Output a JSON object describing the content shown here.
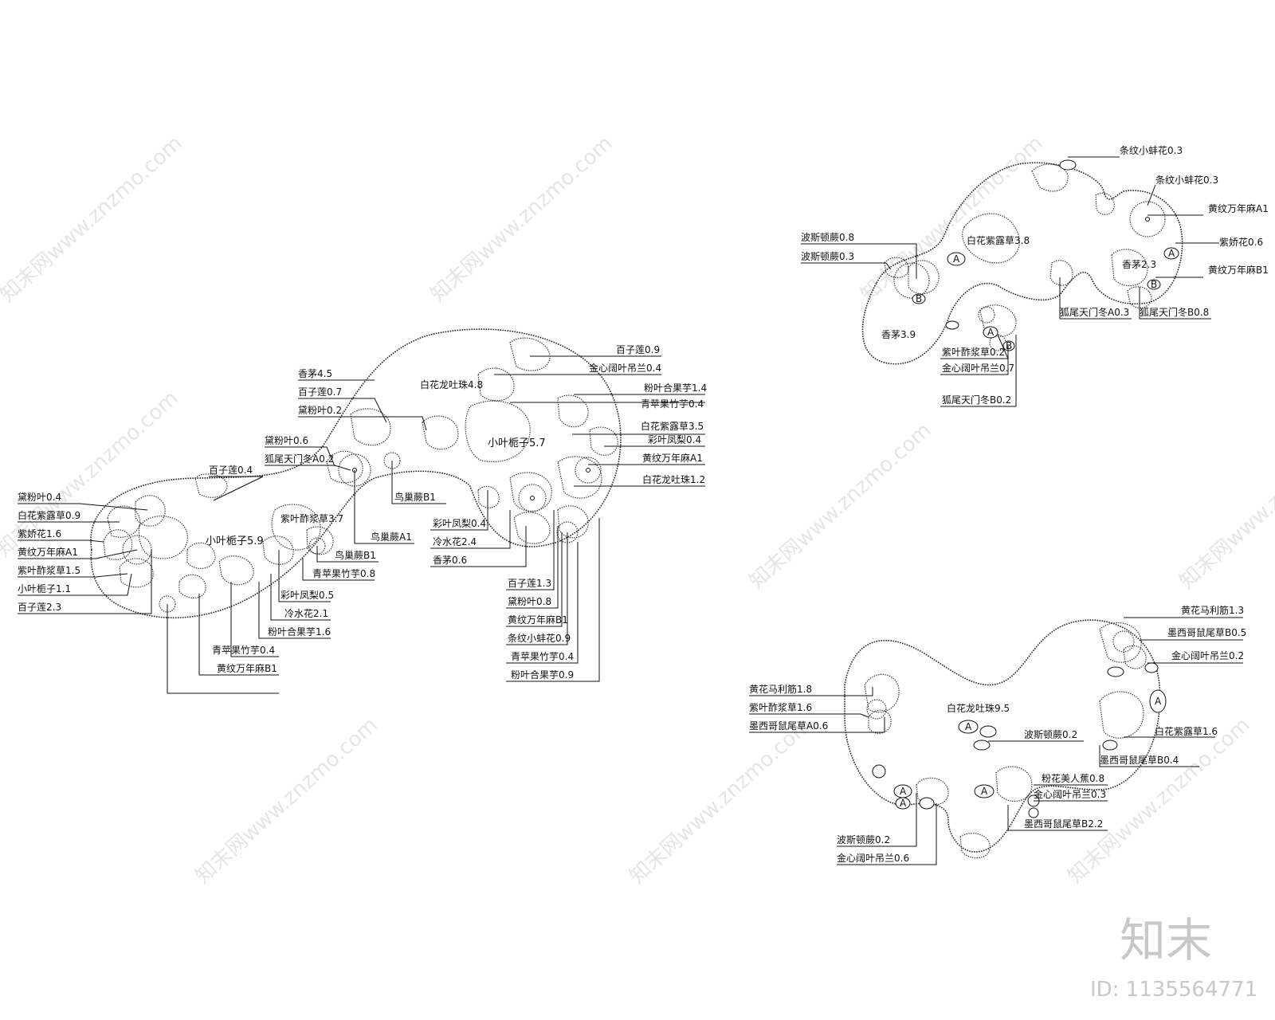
{
  "plan1": {
    "center_labels": [
      "小叶栀子5.9",
      "小叶栀子5.7",
      "白花龙吐珠4.8"
    ],
    "left": [
      "黛粉叶0.4",
      "白花紫露草0.9",
      "紫娇花1.6",
      "黄纹万年麻A1",
      "紫叶酢浆草1.5",
      "小叶栀子1.1",
      "百子莲2.3"
    ],
    "upper": [
      "百子莲0.4",
      "黛粉叶0.6",
      "狐尾天门冬A0.2",
      "香茅4.5",
      "百子莲0.7",
      "黛粉叶0.2"
    ],
    "middle": [
      "紫叶酢浆草3.7",
      "鸟巢蕨A1",
      "鸟巢蕨B1",
      "鸟巢蕨B1",
      "青苹果竹芋0.8",
      "彩叶凤梨0.5",
      "冷水花2.1",
      "粉叶合果芋1.6",
      "青苹果竹芋0.4",
      "黄纹万年麻B1"
    ],
    "right": [
      "百子莲0.9",
      "金心阔叶吊兰0.4",
      "粉叶合果芋1.4",
      "青苹果竹芋0.4",
      "白花紫露草3.5",
      "彩叶凤梨0.4",
      "黄纹万年麻A1",
      "白花龙吐珠1.2"
    ],
    "lower_mid": [
      "彩叶凤梨0.4",
      "冷水花2.4",
      "香茅0.6"
    ],
    "lower_right": [
      "百子莲1.3",
      "黛粉叶0.8",
      "黄纹万年麻B1",
      "条纹小蚌花0.9",
      "青苹果竹芋0.4",
      "粉叶合果芋0.9"
    ]
  },
  "plan2": {
    "center_labels": [
      "白花紫露草3.8",
      "香茅3.9",
      "香茅2.3"
    ],
    "left": [
      "波斯顿蕨0.8",
      "波斯顿蕨0.3"
    ],
    "top_right": [
      "条纹小蚌花0.3",
      "条纹小蚌花0.3",
      "黄纹万年麻A1",
      "紫娇花0.6",
      "黄纹万年麻B1"
    ],
    "bottom": [
      "狐尾天门冬A0.3",
      "狐尾天门冬B0.8",
      "紫叶酢浆草0.2",
      "金心阔叶吊兰0.7",
      "狐尾天门冬B0.2"
    ],
    "symbols": [
      "A",
      "B",
      "A",
      "B",
      "B",
      "A"
    ]
  },
  "plan3": {
    "center_labels": [
      "白花龙吐珠9.5"
    ],
    "left": [
      "黄花马利筋1.8",
      "紫叶酢浆草1.6",
      "墨西哥鼠尾草A0.6"
    ],
    "right": [
      "黄花马利筋1.3",
      "墨西哥鼠尾草B0.5",
      "金心阔叶吊兰0.2",
      "白花紫露草1.6",
      "墨西哥鼠尾草B0.4"
    ],
    "middle": [
      "波斯顿蕨0.2",
      "粉花美人蕉0.8",
      "金心阔叶吊兰0.3",
      "墨西哥鼠尾草B2.2"
    ],
    "bottom": [
      "波斯顿蕨0.2",
      "金心阔叶吊兰0.6"
    ],
    "symbols": [
      "A",
      "A",
      "A",
      "A",
      "A"
    ]
  },
  "watermark": "知末网www.znzmo.com",
  "brand": {
    "logo": "知末",
    "id": "ID: 1135564771"
  }
}
